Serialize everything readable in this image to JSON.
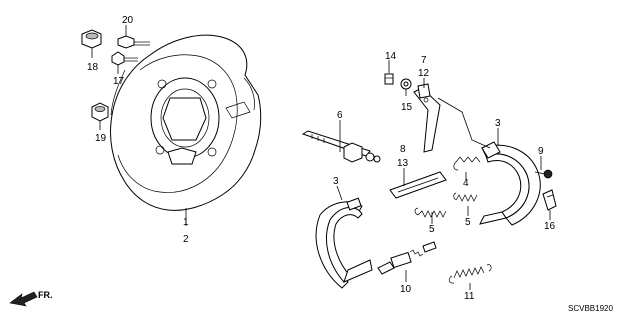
{
  "diagram": {
    "code": "SCVBB1920",
    "direction_label": "FR.",
    "callouts": {
      "c1": "1",
      "c2": "2",
      "c3a": "3",
      "c3b": "3",
      "c4": "4",
      "c5a": "5",
      "c5b": "5",
      "c6": "6",
      "c7": "7",
      "c8": "8",
      "c9": "9",
      "c10": "10",
      "c11": "11",
      "c12": "12",
      "c13": "13",
      "c14": "14",
      "c15": "15",
      "c16": "16",
      "c17": "17",
      "c18": "18",
      "c19": "19",
      "c20": "20"
    }
  }
}
